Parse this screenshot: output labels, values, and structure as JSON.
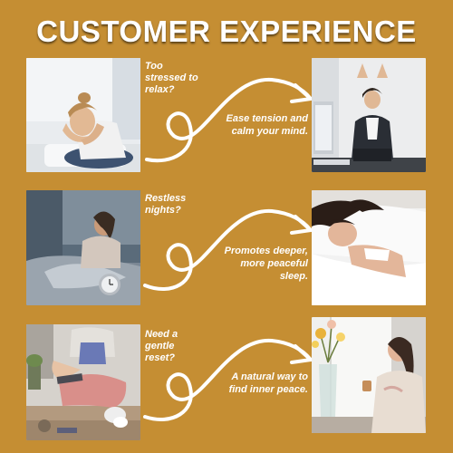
{
  "title": "CUSTOMER EXPERIENCE",
  "rows": [
    {
      "problem": "Too\nstressed to\nrelax?",
      "solution": "Ease tension and\ncalm your mind."
    },
    {
      "problem": "Restless\nnights?",
      "solution": "Promotes deeper,\nmore peaceful\nsleep."
    },
    {
      "problem": "Need a\ngentle\nreset?",
      "solution": "A natural way to\nfind inner peace."
    }
  ],
  "colors": {
    "background": "#c58e33",
    "text": "#ffffff"
  }
}
